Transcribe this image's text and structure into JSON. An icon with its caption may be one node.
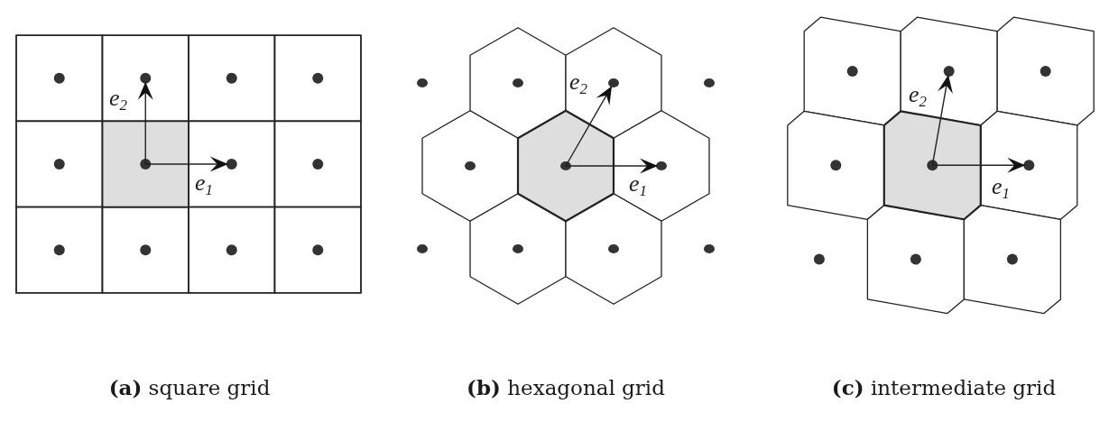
{
  "diagram": {
    "labels": [
      "e$_{2}$",
      "e$_{1}$",
      "e$_{2}$",
      "e$_{1}$",
      "e$_{2}$",
      "e$_{1}$",
      "**(a)** square grid",
      "**(b)** hexagonal grid",
      "**(c)** intermediate grid"
    ]
  }
}
